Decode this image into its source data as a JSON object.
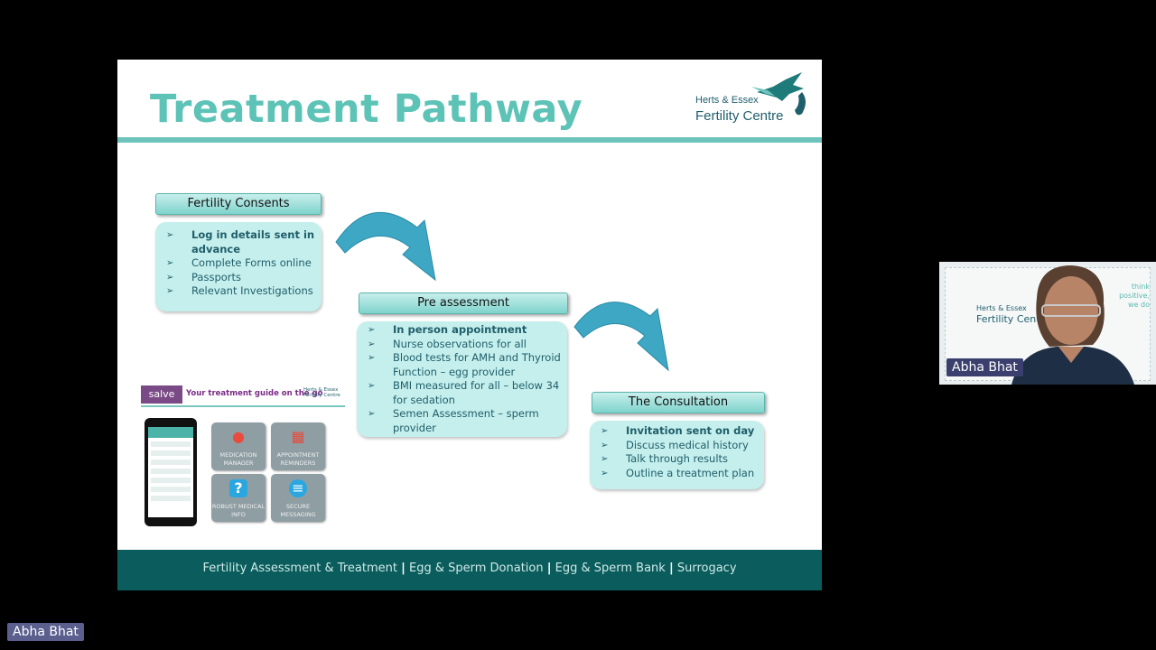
{
  "slide": {
    "title": "Treatment Pathway",
    "logo": {
      "line1": "Herts & Essex",
      "line2": "Fertility Centre"
    },
    "sections": {
      "consents": {
        "heading": "Fertility Consents",
        "items": [
          "Log in details sent in advance",
          "Complete Forms online",
          "Passports",
          "Relevant Investigations"
        ],
        "bold_first": true
      },
      "pre_assessment": {
        "heading": "Pre assessment",
        "items": [
          "In person appointment",
          "Nurse observations for all",
          "Blood tests for AMH and Thyroid Function – egg provider",
          "BMI measured for all – below 34 for sedation",
          "Semen Assessment – sperm provider"
        ],
        "bold_first": true
      },
      "consultation": {
        "heading": "The Consultation",
        "items": [
          "Invitation sent on day",
          "Discuss medical history",
          "Talk through results",
          "Outline a treatment plan"
        ],
        "bold_first": true
      }
    },
    "app_banner": {
      "badge": "salve",
      "tagline": "Your treatment guide on the go",
      "mini_logo_1": "Herts & Essex",
      "mini_logo_2": "Fertility Centre"
    },
    "app_tiles": [
      {
        "label": "MEDICATION MANAGER",
        "icon": "pill-icon"
      },
      {
        "label": "APPOINTMENT REMINDERS",
        "icon": "calendar-icon"
      },
      {
        "label": "ROBUST MEDICAL INFO",
        "icon": "question-icon"
      },
      {
        "label": "SECURE MESSAGING",
        "icon": "chat-icon"
      }
    ],
    "footer": {
      "item1": "Fertility Assessment & Treatment",
      "item2": "Egg & Sperm Donation",
      "item3": "Egg & Sperm Bank",
      "item4": "Surrogacy",
      "separator": "|"
    }
  },
  "participants": {
    "speaker_name": "Abha Bhat",
    "self_name": "Abha Bhat",
    "camera_background": {
      "logo1": "Herts & Essex",
      "logo2": "Fertility Centre",
      "slogan1": "think positive,",
      "slogan2": "we do"
    }
  },
  "colors": {
    "title": "#5cc3b6",
    "footer_bg": "#0b5c5c",
    "box_bg": "#c5efec",
    "arrow": "#3ea7c4"
  }
}
